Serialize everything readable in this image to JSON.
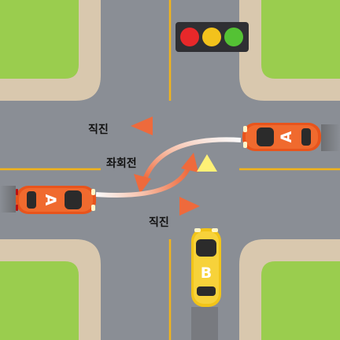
{
  "labels": {
    "straight_top": "직진",
    "left_turn": "좌회전",
    "straight_bottom": "직진"
  },
  "cars": {
    "car_a_left": {
      "letter": "A",
      "color": "#e8541c"
    },
    "car_a_right": {
      "letter": "A",
      "color": "#e8541c"
    },
    "car_b": {
      "letter": "B",
      "color": "#f2c418"
    }
  },
  "traffic_light": {
    "lamps": [
      "red",
      "yellow",
      "green"
    ],
    "colors": {
      "red": "#e8282a",
      "yellow": "#f3c21c",
      "green": "#54c234"
    }
  },
  "colors": {
    "road": "#8a8e95",
    "grass": "#9acd4e",
    "sidewalk": "#d9c8ae",
    "lane_line": "#f2b41a",
    "stop_line": "#ffffff",
    "arrow_orange": "#ee6a3c",
    "arrow_yellow": "#fff176"
  }
}
